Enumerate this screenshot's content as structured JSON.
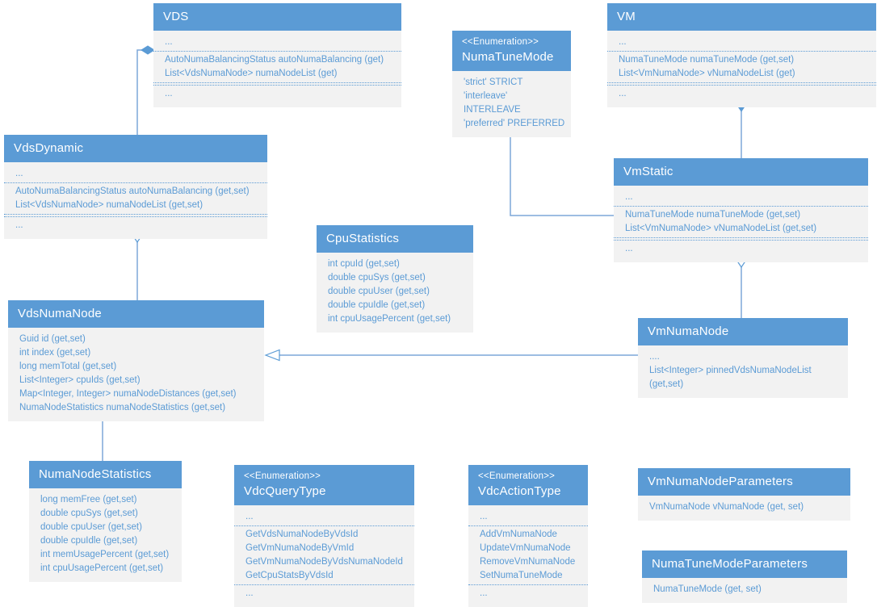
{
  "colors": {
    "accent": "#5b9bd5",
    "body_fill": "#f2f2f2",
    "line": "#7da7d8",
    "header_text": "#ffffff"
  },
  "stereotype_label": "<<Enumeration>>",
  "classes": {
    "vds": {
      "title": "VDS",
      "members": [
        "...",
        "AutoNumaBalancingStatus autoNumaBalancing (get)",
        "List<VdsNumaNode> numaNodeList (get)",
        "..."
      ]
    },
    "numatunemode": {
      "title": "NumaTuneMode",
      "stereotype": "<<Enumeration>>",
      "members": [
        "'strict' STRICT",
        "'interleave' INTERLEAVE",
        "'preferred' PREFERRED"
      ]
    },
    "vm": {
      "title": "VM",
      "members": [
        "...",
        "NumaTuneMode numaTuneMode (get,set)",
        "List<VmNumaNode> vNumaNodeList (get)",
        "..."
      ]
    },
    "vdsdynamic": {
      "title": "VdsDynamic",
      "members": [
        "...",
        "AutoNumaBalancingStatus autoNumaBalancing (get,set)",
        "List<VdsNumaNode> numaNodeList (get,set)",
        "..."
      ]
    },
    "vmstatic": {
      "title": "VmStatic",
      "members": [
        "...",
        "NumaTuneMode numaTuneMode (get,set)",
        "List<VmNumaNode> vNumaNodeList (get,set)",
        "..."
      ]
    },
    "cpustatistics": {
      "title": "CpuStatistics",
      "members": [
        "int cpuId (get,set)",
        "double cpuSys (get,set)",
        "double cpuUser (get,set)",
        "double cpuIdle (get,set)",
        "int cpuUsagePercent (get,set)"
      ]
    },
    "vdsnumanode": {
      "title": "VdsNumaNode",
      "members": [
        "Guid id (get,set)",
        "int index (get,set)",
        "long memTotal (get,set)",
        "List<Integer> cpuIds (get,set)",
        "Map<Integer, Integer> numaNodeDistances (get,set)",
        "NumaNodeStatistics numaNodeStatistics (get,set)"
      ]
    },
    "vmnumanode": {
      "title": "VmNumaNode",
      "members": [
        "....",
        "List<Integer> pinnedVdsNumaNodeList (get,set)"
      ]
    },
    "numanodestatistics": {
      "title": "NumaNodeStatistics",
      "members": [
        "long memFree (get,set)",
        "double cpuSys (get,set)",
        "double cpuUser (get,set)",
        "double cpuIdle (get,set)",
        "int memUsagePercent (get,set)",
        "int cpuUsagePercent (get,set)"
      ]
    },
    "vdcquerytype": {
      "title": "VdcQueryType",
      "stereotype": "<<Enumeration>>",
      "members": [
        "...",
        "GetVdsNumaNodeByVdsId",
        "GetVmNumaNodeByVmId",
        "GetVmNumaNodeByVdsNumaNodeId",
        "GetCpuStatsByVdsId",
        "..."
      ]
    },
    "vdcactiontype": {
      "title": "VdcActionType",
      "stereotype": "<<Enumeration>>",
      "members": [
        "...",
        "AddVmNumaNode",
        "UpdateVmNumaNode",
        "RemoveVmNumaNode",
        "SetNumaTuneMode",
        "..."
      ]
    },
    "vmnumanodeparameters": {
      "title": "VmNumaNodeParameters",
      "members": [
        "VmNumaNode vNumaNode (get, set)"
      ]
    },
    "numatunemodeparameters": {
      "title": "NumaTuneModeParameters",
      "members": [
        "NumaTuneMode (get, set)"
      ]
    }
  },
  "relationships": [
    {
      "from": "VdsDynamic",
      "to": "VDS",
      "type": "composition"
    },
    {
      "from": "VdsNumaNode",
      "to": "VdsDynamic",
      "type": "aggregation"
    },
    {
      "from": "VdsNumaNode",
      "to": "NumaNodeStatistics",
      "type": "association"
    },
    {
      "from": "VmNumaNode",
      "to": "VdsNumaNode",
      "type": "dependency-open-arrow"
    },
    {
      "from": "NumaTuneMode",
      "to": "VmStatic",
      "type": "association"
    },
    {
      "from": "VmStatic",
      "to": "VM",
      "type": "composition"
    },
    {
      "from": "VmNumaNode",
      "to": "VmStatic",
      "type": "aggregation"
    }
  ]
}
